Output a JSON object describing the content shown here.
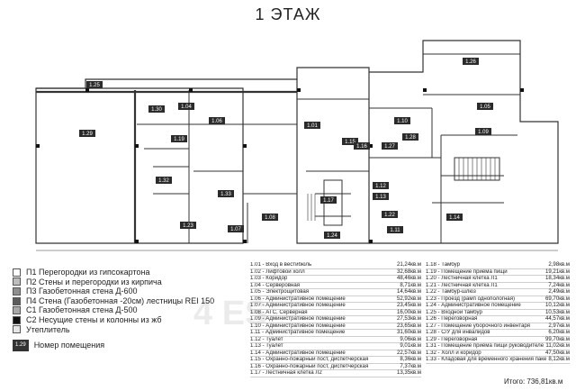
{
  "title": "1 ЭТАЖ",
  "rooms": [
    {
      "id": "1.25"
    },
    {
      "id": "1.29"
    },
    {
      "id": "1.30"
    },
    {
      "id": "1.04"
    },
    {
      "id": "1.19"
    },
    {
      "id": "1.06"
    },
    {
      "id": "1.32"
    },
    {
      "id": "1.33"
    },
    {
      "id": "1.23"
    },
    {
      "id": "1.07"
    },
    {
      "id": "1.08"
    },
    {
      "id": "1.01"
    },
    {
      "id": "1.17"
    },
    {
      "id": "1.24"
    },
    {
      "id": "1.26"
    },
    {
      "id": "1.05"
    },
    {
      "id": "1.09"
    },
    {
      "id": "1.10"
    },
    {
      "id": "1.27"
    },
    {
      "id": "1.28"
    },
    {
      "id": "1.12"
    },
    {
      "id": "1.13"
    },
    {
      "id": "1.14"
    },
    {
      "id": "1.15"
    },
    {
      "id": "1.16"
    },
    {
      "id": "1.22"
    },
    {
      "id": "1.11"
    }
  ],
  "legend": [
    {
      "color": "#ffffff",
      "label": "П1 Перегородки из гипсокартона"
    },
    {
      "color": "#bdbdbd",
      "label": "П2 Стены и перегородки из кирпича"
    },
    {
      "color": "#8f8f8f",
      "label": "П3 Газобетонная стена Д-600"
    },
    {
      "color": "#5c5c5c",
      "label": "П4 Стена (Газобетонная -20см) лестницы REI 150"
    },
    {
      "color": "#a9a9a9",
      "label": "С1 Газобетонная стена Д-500"
    },
    {
      "color": "#111111",
      "label": "С2 Несущие стены и колонны из  жб"
    },
    {
      "color": "#e6e6e6",
      "label": "Утеплитель"
    }
  ],
  "room_key": {
    "badge": "1.29",
    "label": "Номер помещения"
  },
  "table_left": [
    {
      "name": "1.01 - Вход в вестибюль",
      "area": "21,24кв.м"
    },
    {
      "name": "1.02 - Лифтовой холл",
      "area": "32,68кв.м"
    },
    {
      "name": "1.03 - Коридор",
      "area": "48,46кв.м"
    },
    {
      "name": "1.04 - Серверовная",
      "area": "8,71кв.м"
    },
    {
      "name": "1.05 - Электрощитовая",
      "area": "14,64кв.м"
    },
    {
      "name": "1.06 - Административное помещение",
      "area": "52,92кв.м"
    },
    {
      "name": "1.07 - Административное помещение",
      "area": "23,45кв.м"
    },
    {
      "name": "1.08 - АТС, Серверная",
      "area": "16,00кв.м"
    },
    {
      "name": "1.09 - Административное помещение",
      "area": "27,53кв.м"
    },
    {
      "name": "1.10 - Административное помещение",
      "area": "23,65кв.м"
    },
    {
      "name": "1.11 - Административное помещение",
      "area": "31,60кв.м"
    },
    {
      "name": "1.12 - Туалет",
      "area": "9,06кв.м"
    },
    {
      "name": "1.13 - Туалет",
      "area": "9,01кв.м"
    },
    {
      "name": "1.14 - Административное помещение",
      "area": "22,57кв.м"
    },
    {
      "name": "1.15 - Охранно-пожарный пост, диспетчерская",
      "area": "8,36кв.м"
    },
    {
      "name": "1.16 - Охранно-пожарный пост, диспетчерская",
      "area": "7,37кв.м"
    },
    {
      "name": "1.17 - Лестничная клетка Л2",
      "area": "13,35кв.м"
    }
  ],
  "table_right": [
    {
      "name": "1.18 - Тамбур",
      "area": "2,98кв.м"
    },
    {
      "name": "1.19 - Помещение приёма пищи",
      "area": "19,21кв.м"
    },
    {
      "name": "1.20 - Лестничная клетка Л1",
      "area": "18,34кв.м"
    },
    {
      "name": "1.21 - Лестничная клетка Л1",
      "area": "7,24кв.м"
    },
    {
      "name": "1.22 - Тамбур-шлюз",
      "area": "2,49кв.м"
    },
    {
      "name": "1.23 - Проезд (рамп однопологная)",
      "area": "69,70кв.м"
    },
    {
      "name": "1.24 - Административное помещение",
      "area": "10,12кв.м"
    },
    {
      "name": "1.25 - Входной тамбур",
      "area": "10,53кв.м"
    },
    {
      "name": "1.26 - Переговорная",
      "area": "44,57кв.м"
    },
    {
      "name": "1.27 - Помещение уборочного инвентаря",
      "area": "2,97кв.м"
    },
    {
      "name": "1.28 - С/У для инвалидов",
      "area": "6,20кв.м"
    },
    {
      "name": "1.29 - Переговорная",
      "area": "99,70кв.м"
    },
    {
      "name": "1.31 - Помещение приёма пищи руководителей",
      "area": "11,02кв.м"
    },
    {
      "name": "1.32 - Холл и коридор",
      "area": "47,50кв.м"
    },
    {
      "name": "1.33 - Кладовая для временного хранения пакетированного мусора",
      "area": "8,12кв.м"
    }
  ],
  "total": "Итого: 736,81кв.м"
}
